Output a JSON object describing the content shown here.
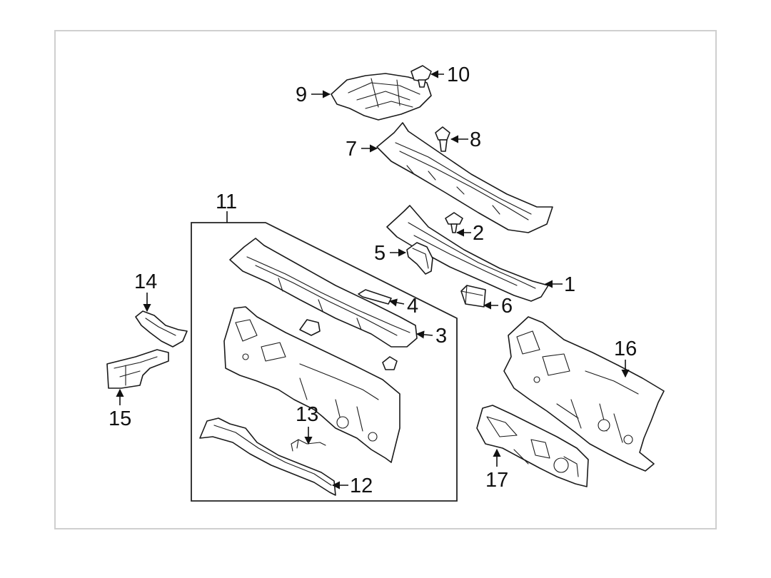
{
  "callouts": {
    "c1": "1",
    "c2": "2",
    "c3": "3",
    "c4": "4",
    "c5": "5",
    "c6": "6",
    "c7": "7",
    "c8": "8",
    "c9": "9",
    "c10": "10",
    "c11": "11",
    "c12": "12",
    "c13": "13",
    "c14": "14",
    "c15": "15",
    "c16": "16",
    "c17": "17"
  },
  "colors": {
    "line": "#1a1a1a",
    "frame": "#cfcfcf",
    "background": "#ffffff"
  }
}
